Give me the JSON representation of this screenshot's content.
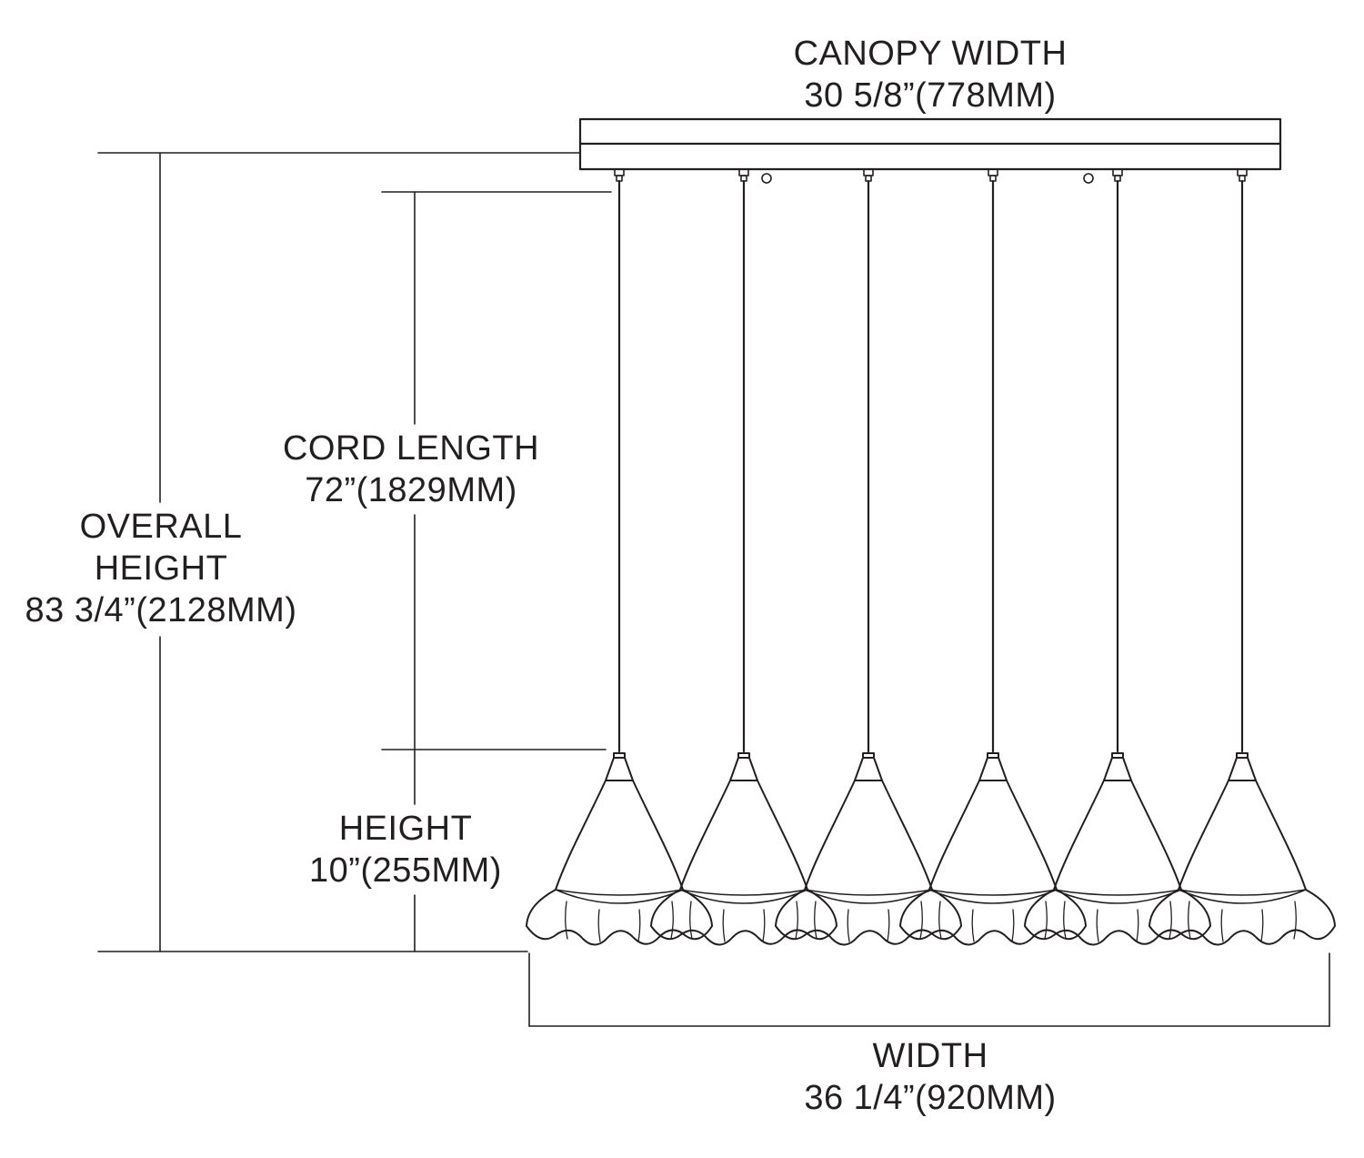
{
  "dimensions": {
    "canopy_width": {
      "label": "CANOPY WIDTH",
      "value": "30 5/8”(778MM)"
    },
    "cord_length": {
      "label": "CORD LENGTH",
      "value": "72”(1829MM)"
    },
    "overall_height": {
      "label_lines": [
        "OVERALL",
        "HEIGHT"
      ],
      "value": "83 3/4”(2128MM)"
    },
    "height": {
      "label": "HEIGHT",
      "value": "10”(255MM)"
    },
    "width": {
      "label": "WIDTH",
      "value": "36 1/4”(920MM)"
    }
  },
  "fixture": {
    "pendant_count": 6
  },
  "colors": {
    "line": "#231f20",
    "background": "#ffffff"
  }
}
